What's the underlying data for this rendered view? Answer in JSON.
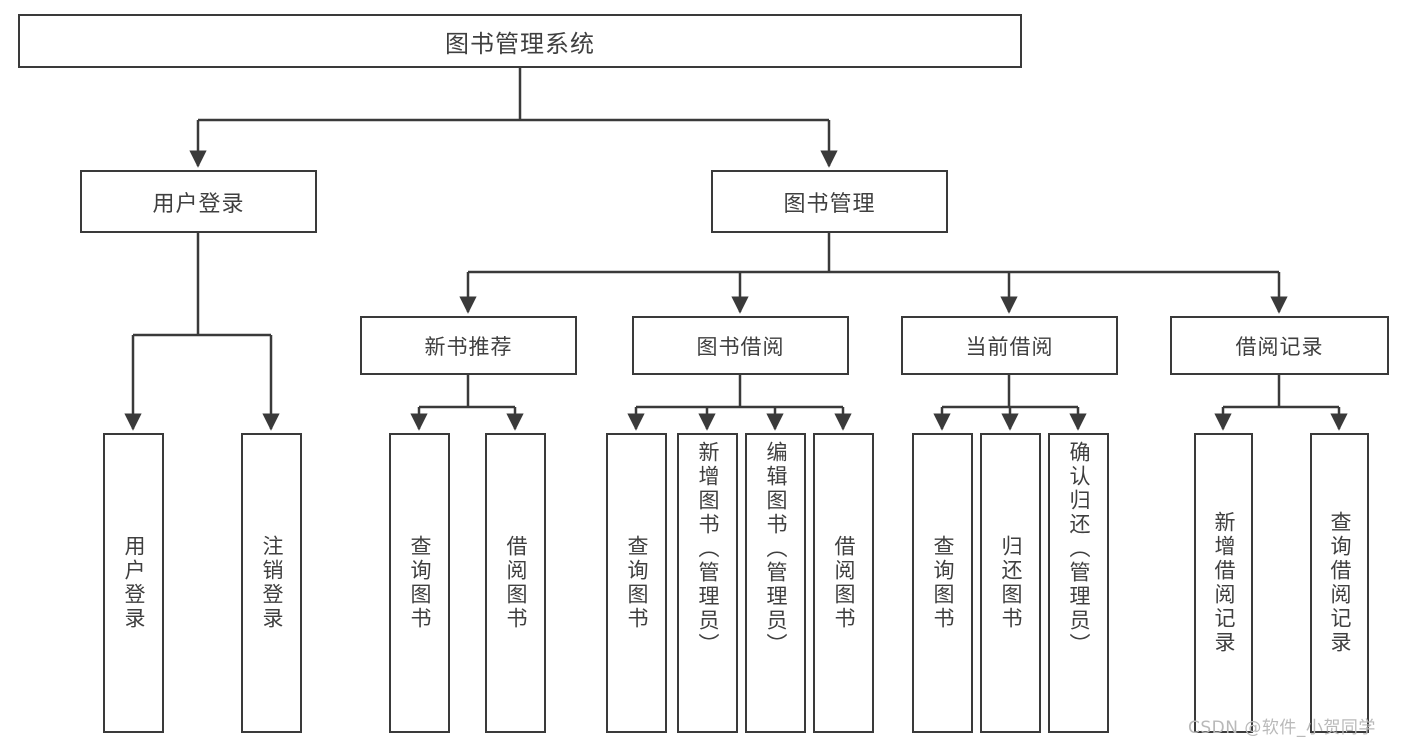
{
  "diagram": {
    "title": "图书管理系统",
    "type": "tree-hierarchy-chart",
    "root": {
      "label": "图书管理系统"
    },
    "level1": [
      {
        "label": "用户登录"
      },
      {
        "label": "图书管理"
      }
    ],
    "level2": [
      {
        "label": "新书推荐",
        "parent": "图书管理"
      },
      {
        "label": "图书借阅",
        "parent": "图书管理"
      },
      {
        "label": "当前借阅",
        "parent": "图书管理"
      },
      {
        "label": "借阅记录",
        "parent": "图书管理"
      }
    ],
    "leaves": {
      "user_login": [
        {
          "label": "用户登录"
        },
        {
          "label": "注销登录"
        }
      ],
      "new_book_recommend": [
        {
          "label": "查询图书"
        },
        {
          "label": "借阅图书"
        }
      ],
      "book_borrow": [
        {
          "label": "查询图书"
        },
        {
          "label": "新增图书（管理员）"
        },
        {
          "label": "编辑图书（管理员）"
        },
        {
          "label": "借阅图书"
        }
      ],
      "current_borrow": [
        {
          "label": "查询图书"
        },
        {
          "label": "归还图书"
        },
        {
          "label": "确认归还（管理员）"
        }
      ],
      "borrow_record": [
        {
          "label": "新增借阅记录"
        },
        {
          "label": "查询借阅记录"
        }
      ]
    }
  },
  "watermark": {
    "text": "CSDN @软件_小贺同学"
  },
  "colors": {
    "stroke": "#3a3a3a",
    "text": "#3f3f3f",
    "background": "#ffffff",
    "watermark": "#b9b9b9"
  }
}
